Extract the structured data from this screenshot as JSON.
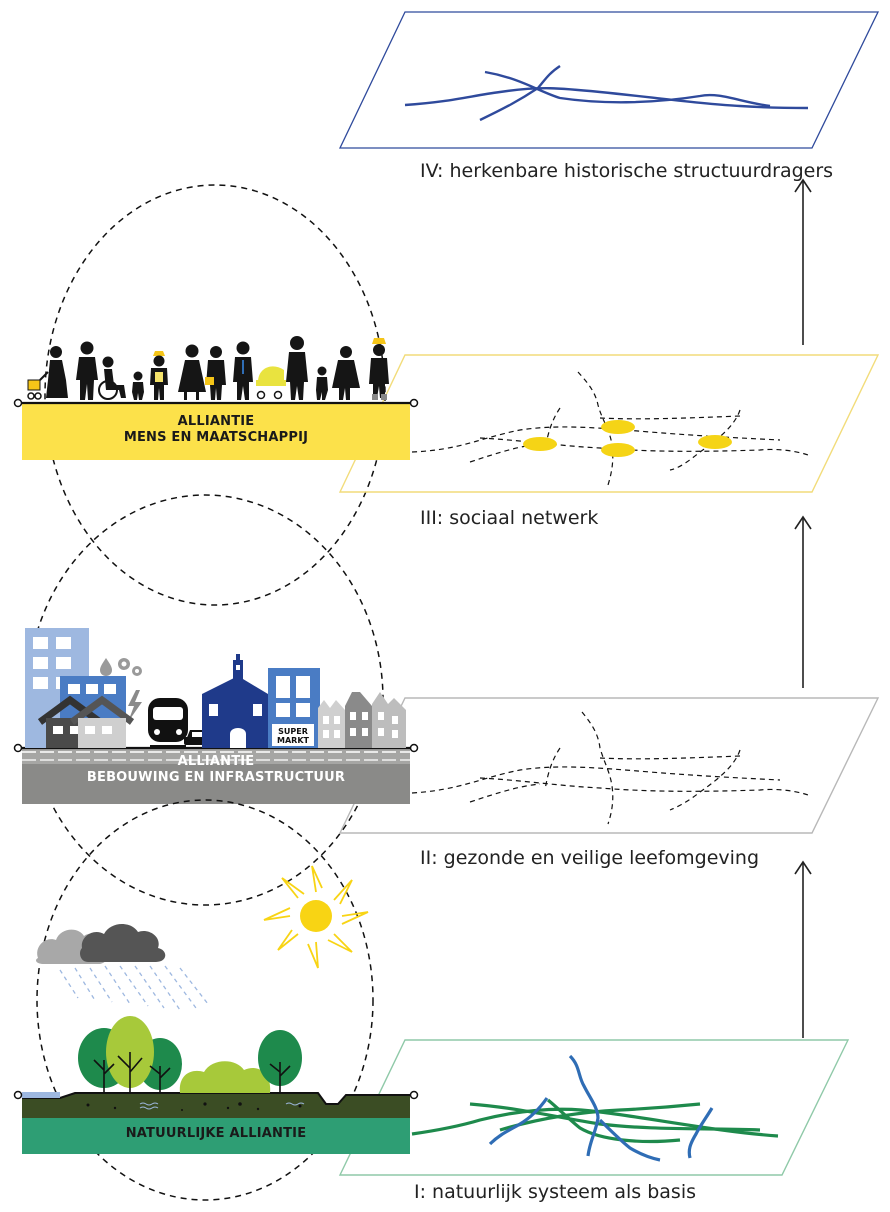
{
  "layers": [
    {
      "id": "layer4",
      "caption": "IV: herkenbare historische structuurdragers",
      "color": "#2f4a9c"
    },
    {
      "id": "layer3",
      "caption": "III: sociaal netwerk",
      "color": "#f2dc7a"
    },
    {
      "id": "layer2",
      "caption": "II: gezonde en veilige leefomgeving",
      "color": "#b8b8b8"
    },
    {
      "id": "layer1",
      "caption": "I: natuurlijk systeem als basis",
      "color": "#8fc9a8"
    }
  ],
  "alliances": [
    {
      "id": "mens",
      "line1": "ALLIANTIE",
      "line2": "MENS EN MAATSCHAPPIJ",
      "band_color": "#fce14a",
      "text_color": "#1a1a1a"
    },
    {
      "id": "bebouwing",
      "line1": "ALLIANTIE",
      "line2": "BEBOUWING EN INFRASTRUCTUUR",
      "band_color": "#8a8a88",
      "text_color": "#ffffff"
    },
    {
      "id": "natuur",
      "line1": "",
      "line2": "NATUURLIJKE ALLIANTIE",
      "band_color": "#2e9e74",
      "text_color": "#1a1a1a"
    }
  ],
  "supermarket_sign": {
    "line1": "SUPER",
    "line2": "MARKT"
  },
  "colors": {
    "river_blue": "#2f6db5",
    "river_green": "#1e8a4c",
    "historic_line": "#2f4a9c",
    "node_yellow": "#f5d416",
    "sun": "#f8d414",
    "arrow": "#222222"
  }
}
